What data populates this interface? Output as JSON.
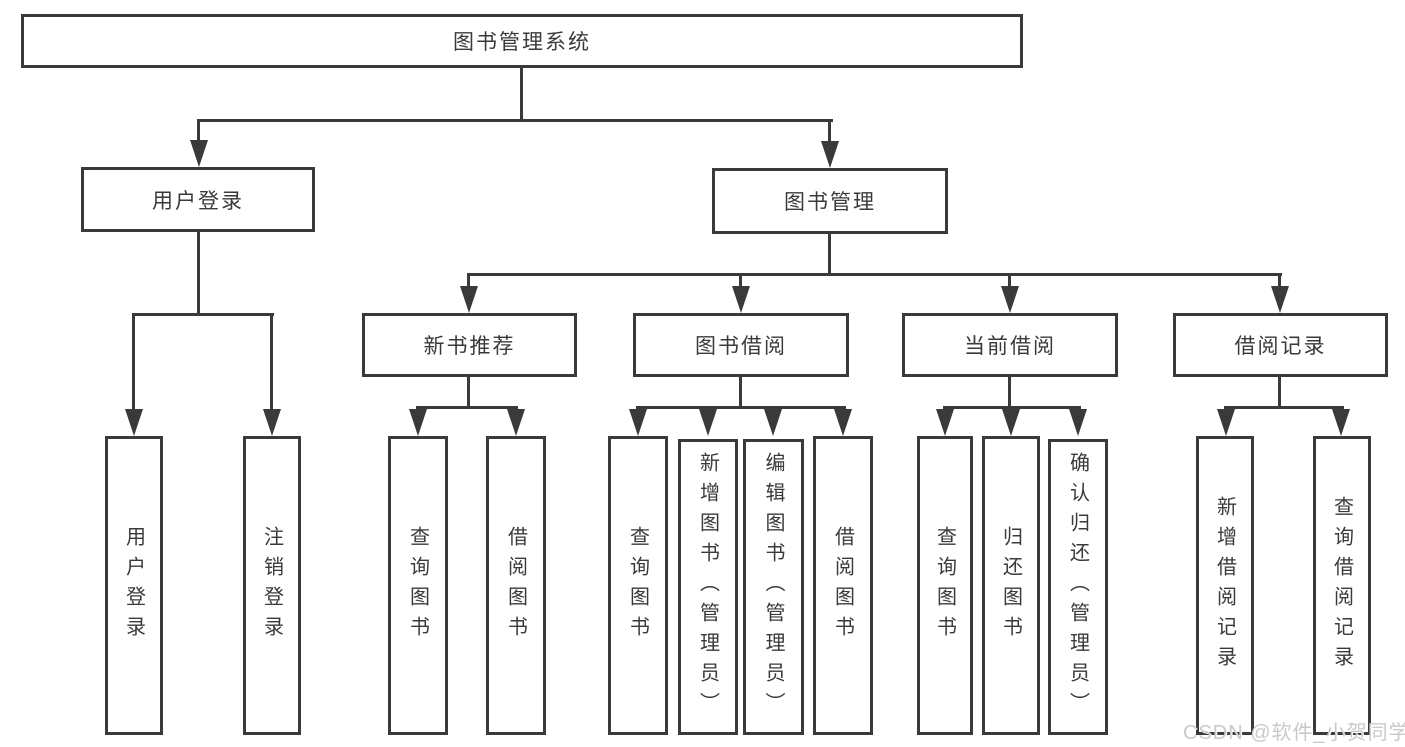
{
  "diagram_title": "图书管理系统",
  "colors": {
    "line": "#3a3a3a",
    "text": "#3a3a3a",
    "background": "#ffffff",
    "watermark": "#c9c9c9"
  },
  "nodes": {
    "root": "图书管理系统",
    "user_login": "用户登录",
    "book_management": "图书管理",
    "new_book_recommend": "新书推荐",
    "book_borrow": "图书借阅",
    "current_borrow": "当前借阅",
    "borrow_records": "借阅记录",
    "leaf_user_login": "用户登录",
    "leaf_logout": "注销登录",
    "leaf_recommend_query_book": "查询图书",
    "leaf_recommend_borrow_book": "借阅图书",
    "leaf_borrow_query_book": "查询图书",
    "leaf_borrow_add_book": "新增图书（管理员）",
    "leaf_borrow_edit_book": "编辑图书（管理员）",
    "leaf_borrow_borrow_book": "借阅图书",
    "leaf_current_query_book": "查询图书",
    "leaf_current_return_book": "归还图书",
    "leaf_current_confirm_return": "确认归还（管理员）",
    "leaf_records_add_record": "新增借阅记录",
    "leaf_records_query_record": "查询借阅记录"
  },
  "watermark": "CSDN @软件_小贺同学"
}
